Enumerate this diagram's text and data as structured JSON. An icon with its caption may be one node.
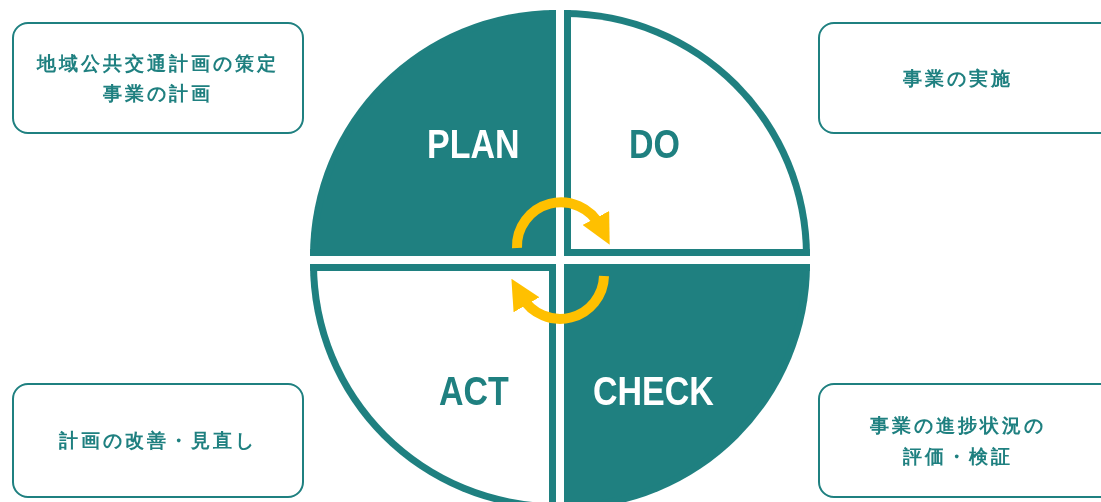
{
  "diagram": {
    "nodes": [
      {
        "text": [
          "地域公共交通計画の策定事業の計画"
        ]
      },
      {
        "text": [
          "PLAN"
        ]
      },
      {
        "text": [
          "DO"
        ]
      },
      {
        "text": [
          "事業の実施"
        ]
      },
      {
        "text": [
          "計画の改善・見直し"
        ]
      },
      {
        "text": [
          "ACT"
        ]
      },
      {
        "text": [
          "CHECK"
        ]
      },
      {
        "text": [
          "事業の進捗状況の評価・検証"
        ]
      }
    ],
    "edges": [
      {
        "from": 1,
        "to": 2,
        "arrow": "to"
      },
      {
        "from": 6,
        "to": 5,
        "arrow": "to"
      }
    ]
  }
}
